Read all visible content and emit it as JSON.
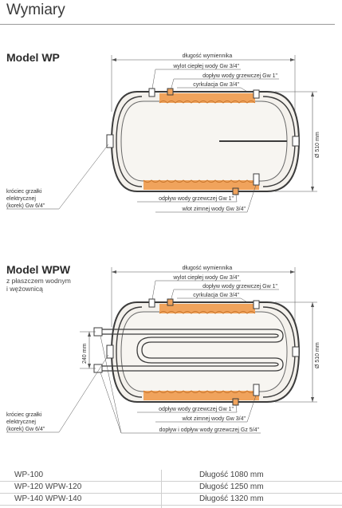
{
  "title": "Wymiary",
  "model_wp": {
    "name": "Model WP",
    "labels": {
      "length": "długość wymiennika",
      "hot_outlet": "wylot ciepłej wody Gw 3/4\"",
      "heating_inlet": "dopływ wody grzewczej Gw 1\"",
      "circulation": "cyrkulacja Gw 3/4\"",
      "heating_outlet": "odpływ wody grzewczej Gw 1\"",
      "cold_inlet": "wlot zimnej wody Gw 3/4\"",
      "heater_line1": "króciec grzałki",
      "heater_line2": "elektrycznej",
      "heater_line3": "(korek) Gw 6/4\"",
      "diameter": "Ø 510 mm"
    }
  },
  "model_wpw": {
    "name": "Model WPW",
    "subtitle_line1": "z płaszczem wodnym",
    "subtitle_line2": "i wężownicą",
    "labels": {
      "length": "długość wymiennika",
      "hot_outlet": "wylot ciepłej wody Gw 3/4\"",
      "heating_inlet": "dopływ wody grzewczej Gw 1\"",
      "circulation": "cyrkulacja Gw 3/4\"",
      "heating_outlet": "odpływ wody grzewczej Gw 1\"",
      "cold_inlet": "wlot zimnej wody Gw 3/4\"",
      "coil_ports": "dopływ i odpływ wody grzewczej Gz 5/4\"",
      "heater_line1": "króciec grzałki",
      "heater_line2": "elektrycznej",
      "heater_line3": "(korek) Gw 6/4\"",
      "diameter": "Ø 510 mm",
      "coil_spacing": "240 mm"
    }
  },
  "specs": [
    {
      "model": "WP-100",
      "length": "Długość 1080 mm"
    },
    {
      "model": "WP-120  WPW-120",
      "length": "Długość 1250 mm"
    },
    {
      "model": "WP-140  WPW-140",
      "length": "Długość 1320 mm"
    }
  ],
  "colors": {
    "tank_fill": "#f4f1ec",
    "tank_stroke": "#3c3c3c",
    "orange": "#f0a35c",
    "orange_dark": "#e08a3a",
    "line": "#555555"
  }
}
